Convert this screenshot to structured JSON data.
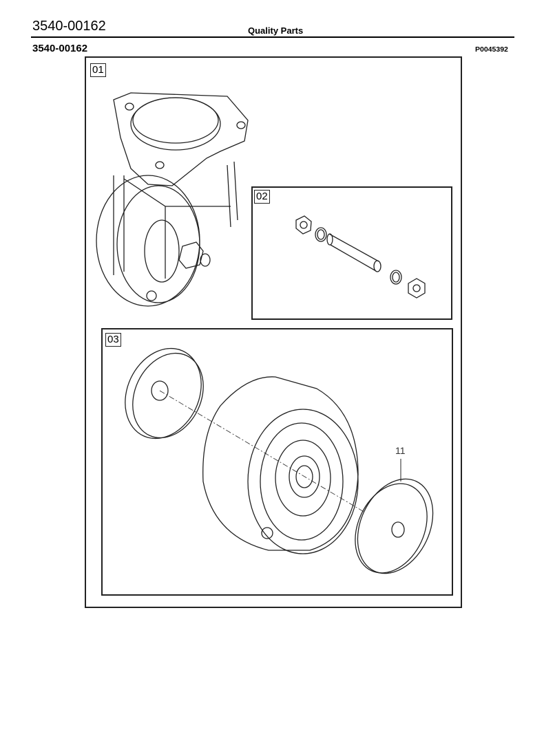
{
  "header": {
    "document_number": "3540-00162",
    "title": "Quality Parts"
  },
  "subheader": {
    "part_number": "3540-00162",
    "reference": "P0045392"
  },
  "figures": {
    "panel_01": "01",
    "panel_02": "02",
    "panel_03": "03",
    "callouts": [
      "11"
    ]
  }
}
